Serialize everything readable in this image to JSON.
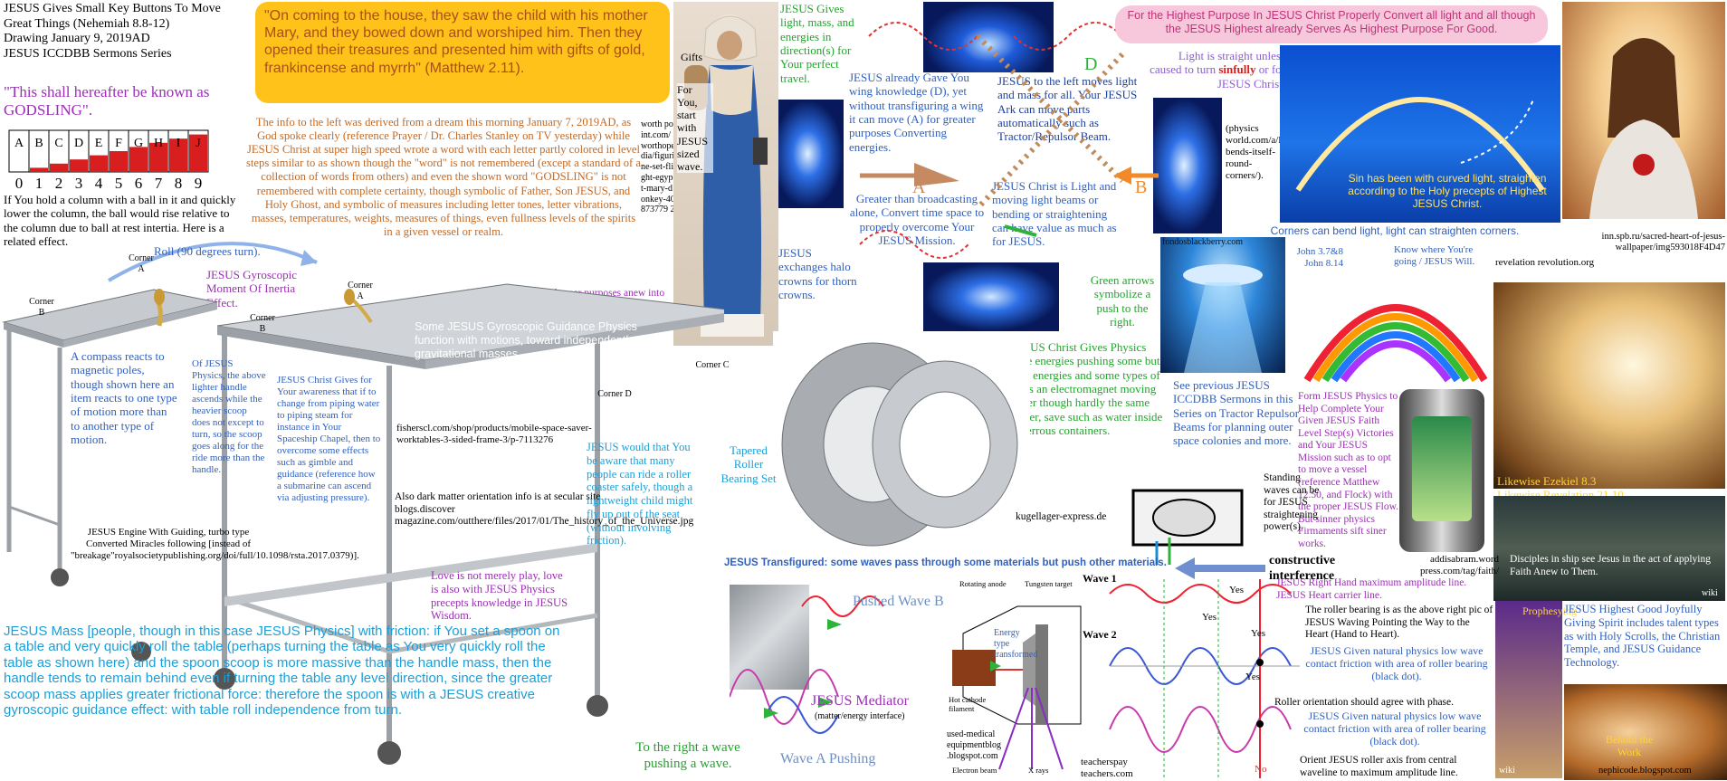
{
  "header": {
    "title_lines": [
      "JESUS Gives Small Key Buttons To Move",
      "Great Things (Nehemiah 8.8-12)",
      "Drawing January 9, 2019AD",
      "JESUS ICCDBB Sermons Series"
    ],
    "godsling": "\"This shall hereafter be known as GODSLING\"."
  },
  "quote": "\"On coming to the house, they saw the child with his mother Mary, and they bowed down and worshiped him. Then they opened their treasures and presented him with gifts of gold, frankincense and myrrh\" (Matthew 2.11).",
  "letter_chart": {
    "letters": [
      "A",
      "B",
      "C",
      "D",
      "E",
      "F",
      "G",
      "H",
      "I",
      "J"
    ],
    "numbers": [
      "0",
      "1",
      "2",
      "3",
      "4",
      "5",
      "6",
      "7",
      "8",
      "9"
    ],
    "fill_fractions": [
      0.0,
      0.1,
      0.2,
      0.3,
      0.4,
      0.5,
      0.6,
      0.7,
      0.8,
      0.9
    ],
    "fill_color": "#d81e1e"
  },
  "ball_column_text": "If You hold a column with a ball in it and quickly lower the column, the ball would rise relative to the column due to ball at rest intertia. Here is a related effect.",
  "dream_text": "The info to the left was derived from a dream this morning January 7, 2019AD, as God spoke clearly (reference Prayer / Dr. Charles Stanley on TV yesterday) while JESUS Christ at super high speed wrote a word with each letter partly colored in level steps similar to as shown though the \"word\" is not remembered (except a standard of a collection of words from others) and even the shown word \"GODSLING\" is not remembered with complete certainty, though symbolic of Father, Son JESUS, and Holy Ghost, and symbolic of measures including letter tones, letter vibrations, masses, temperatures, weights, measures of things, even fullness levels of the spirits in a given vessel or realm.",
  "lift_text": "In JESUS Christ lift former purposes anew into JESUS Highest Oneness Purpose.",
  "worth_text": "worth point.com/worthopedia/figurine-set-flight-egypt-mary-donkey-40873779 2",
  "gifts_label": "Gifts",
  "for_you_text": "For You, start with JESUS sized wave.",
  "roll_label": "Roll (90 degrees turn).",
  "gyro_label": "JESUS Gyroscopic Moment Of Inertia Effect.",
  "corners": {
    "a1": "Corner A",
    "b1": "Corner B",
    "a2": "Corner A",
    "b2": "Corner B",
    "c2": "Corner C",
    "d2": "Corner D"
  },
  "guidance_text": "Some JESUS Gyroscopic Guidance Physics function with motions, toward independently of gravitational masses.",
  "compass_text": "A compass reacts to magnetic poles, though shown here an item reacts to one type of motion more than to another type of motion.",
  "handle_text": "Of JESUS Physics, the above lighter handle ascends while the heavier scoop does not except to turn, so the scoop goes along for the ride more than the handle.",
  "awareness_text": "JESUS Christ Gives for Your awareness that if to change from piping water to piping steam for instance in Your Spaceship Chapel, then to overcome some effects such as gimble and guidance (reference how a submarine can ascend via adjusting pressure).",
  "fisher_text": "fisherscl.com/shop/products/mobile-space-saver-worktables-3-sided-frame-3/p-7113276",
  "dark_matter_text": "Also dark matter orientation info is at secular site blogs.discover magazine.com/outthere/files/2017/01/The_history_of_the_Universe.jpg",
  "roller_coaster_text": "JESUS would that You be aware that many people can ride a roller coaster safely, though a lightweight child might fly up out of the seat (without involving friction).",
  "engine_text": "JESUS Engine With Guiding, turbo type Converted Miracles following [instead of \"breakage\"royalsocietypublishing.org/doi/full/10.1098/rsta.2017.0379)].",
  "love_text": "Love is not merely play, love is also with JESUS Physics precepts knowledge in JESUS Wisdom.",
  "mass_text": "JESUS Mass [people, though in this case JESUS Physics] with friction: if You set a spoon on a table and very quickly roll the table (perhaps turning the table as You  very quickly roll the table as shown here) and the spoon scoop is more massive than the handle mass, then the handle tends to remain behind even if turning the table any level direction, since the greater scoop mass applies greater frictional force: therefore the spoon is with a JESUS creative gyroscopic guidance effect: with table roll independence from turn.",
  "light_mass_text": "JESUS Gives light, mass, and energies in direction(s) for Your perfect travel.",
  "wing_text": "JESUS already Gave You wing knowledge (D), yet without transfiguring a wing it can move (A) for greater purposes Converting energies.",
  "left_moves_text": "JESUS to the left moves light and mass for all. Your JESUS Ark can move parts automatically such as Tractor/Repulsor Beam.",
  "broadcast_text": "Greater than broadcasting alone, Convert time space to properly overcome Your JESUS Mission.",
  "christ_light_text": "JESUS Christ is Light and moving light beams or bending or straightening can have value as much as for JESUS.",
  "halo_text": "JESUS exchanges halo crowns for thorn crowns.",
  "letters_abcd": {
    "a": "A",
    "b": "B",
    "c": "C",
    "d": "D"
  },
  "highest_purpose_text": "For the Highest Purpose In JESUS Christ Properly Convert all light and all though the JESUS Highest already Serves As Highest Purpose For Good.",
  "straight_text_parts": [
    "Light is straight unless caused to turn ",
    "sinfully",
    " or for JESUS Christ."
  ],
  "physics_world_text": "(physics world.com/a/light-bends-itself-round-corners/).",
  "curved_text": "Sin has been with curved light, straighten according to the Holy precepts of Highest JESUS Christ.",
  "corners_text": "Corners can bend light, light can straighten corners.",
  "inn_text": "inn.spb.ru/sacred-heart-of-jesus-wallpaper/img593018F4D47",
  "fonds_text": "fondosblackberry.com",
  "john_text": "John 3.7&8 John 8.14",
  "know_text": "Know where You're going / JESUS Will.",
  "green_arrows_text": "Green arrows symbolize a push to the right.",
  "revelation_text": "revelation revolution.org",
  "creator_text": "Creator JESUS Christ Gives Physics including some energies pushing some but not all types of energies and some types of matter, such as an electromagnet moving ferrous matter though hardly the same concerning water, save such as water inside of ferrous containers.",
  "see_previous_text": "See previous JESUS ICCDBB Sermons in this Series on Tractor Repulsor Beams for planning outer space colonies and more.",
  "form_text": "Form JESUS Physics to Help Complete Your Given JESUS Faith Level Step(s) Victories and Your JESUS Mission such as to opt to move a vessel (reference Matthew 12.50, and Flock) with the proper JESUS Flow. But sinner physics Firmaments sift siner works.",
  "ezekiel_text": "Likewise Ezekiel 8.3 Likewise Revelation 21.10",
  "tapered_text": "Tapered Roller Bearing Set",
  "kugel_text": "kugellager-express.de",
  "standing_text": "Standing waves can be for JESUS straightening power(s).",
  "constructive_text": "constructive interference",
  "addis_text": "addisabram.word press.com/tag/faith/",
  "disciples_text": "Disciples in ship see Jesus in the act of applying Faith Anew to Them.",
  "wiki1": "wiki",
  "transfigured_text": "JESUS Transfigured: some waves pass through some materials but push other materials.",
  "heart_text": "JESUS Right Hand maximum amplitude line. JESUS Heart carrier line.",
  "pushed_wave_b": "Pushed Wave B",
  "wave_a_pushing": "Wave A Pushing",
  "mediator_text": "JESUS Mediator",
  "mediator_sub": "(matter/energy interface)",
  "to_the_right_text": "To the right a wave pushing a wave.",
  "xray_labels": {
    "anode": "Rotating anode",
    "target": "Tungsten target",
    "energy": "Energy type transformed",
    "hot": "Hot cathode filament",
    "electron": "Electron beam",
    "xrays": "X rays"
  },
  "used_medical_text": "used-medical equipmentblog .blogspot.com",
  "wave1_label": "Wave 1",
  "wave2_label": "Wave 2",
  "yes_labels": [
    "Yes",
    "Yes",
    "Yes",
    "Yes"
  ],
  "no_label": "No",
  "teachers_text": "teacherspay teachers.com",
  "roller_desc_text": "The roller bearing is as the above right pic of JESUS Waving Pointing the Way to the Heart (Hand to Heart).",
  "given_natural_text1": "JESUS Given natural physics low wave contact friction with area of roller bearing (black dot).",
  "roller_orient_text": "Roller orientation should agree with phase.",
  "given_natural_text2": "JESUS Given natural physics low wave contact friction with area of roller bearing (black dot).",
  "orient_axis_text": "Orient JESUS roller axis from central waveline to maximum amplitude line.",
  "prophesying_text": "Prophesying",
  "wiki2": "wiki",
  "highest_good_text": "JESUS Highest Good Joyfully Giving Spirit includes talent types as with  Holy Scrolls, the Christian Temple, and JESUS Guidance Technology.",
  "behold_text": "Behold the Work",
  "nephi_text": "nephicode.blogspot.com",
  "colors": {
    "purple": "#9b2fb5",
    "blue": "#2f5fbf",
    "cyan": "#1a9fd8",
    "orange": "#c56a24",
    "green": "#22a52b",
    "quote_bg": "#ffc21a",
    "pink_bg": "#f7c8dc"
  }
}
